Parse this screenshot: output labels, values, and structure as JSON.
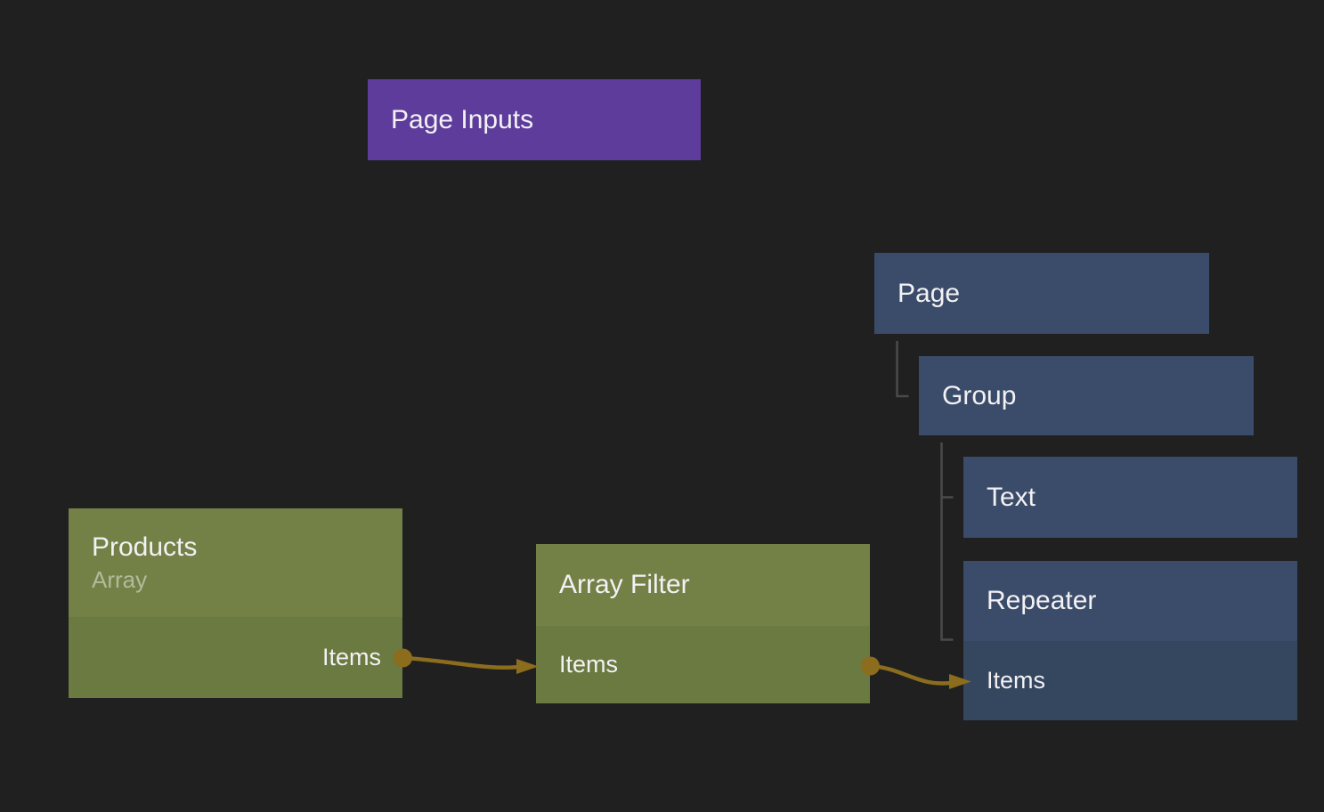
{
  "palette": {
    "background": "#202021",
    "component_node": "#5d3c9b",
    "data_node": "#738147",
    "data_node_row": "#6b7a41",
    "visual_node": "#3a4c69",
    "visual_node_row": "#35465f",
    "wire": "#8c6c1d",
    "hierarchy_line": "#4a4a4a",
    "label": "#f3f1f4",
    "sublabel": "rgba(255,255,255,0.45)"
  },
  "nodes": {
    "page_inputs": {
      "title": "Page Inputs"
    },
    "page": {
      "title": "Page"
    },
    "group": {
      "title": "Group"
    },
    "text": {
      "title": "Text"
    },
    "repeater": {
      "title": "Repeater",
      "ports": {
        "items": "Items"
      }
    },
    "products": {
      "title": "Products",
      "subtitle": "Array",
      "ports": {
        "items": "Items"
      }
    },
    "array_filter": {
      "title": "Array Filter",
      "ports": {
        "items": "Items"
      }
    }
  },
  "connections": [
    {
      "from_node": "Products",
      "from_port": "Items",
      "to_node": "Array Filter",
      "to_port": "Items"
    },
    {
      "from_node": "Array Filter",
      "from_port": "Items",
      "to_node": "Repeater",
      "to_port": "Items"
    }
  ],
  "hierarchy": [
    {
      "parent": "Page",
      "child": "Group"
    },
    {
      "parent": "Group",
      "child": "Text"
    },
    {
      "parent": "Group",
      "child": "Repeater"
    }
  ]
}
